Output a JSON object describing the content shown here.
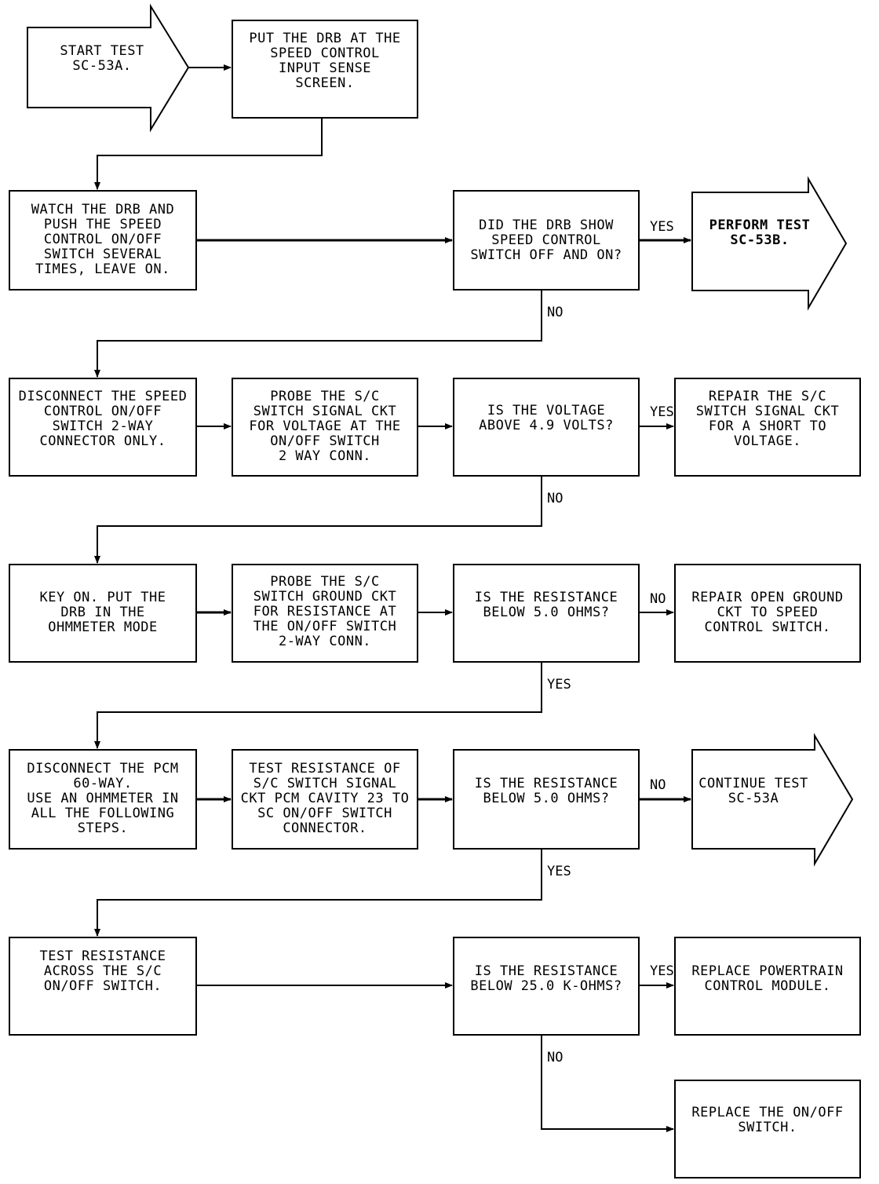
{
  "start": [
    "START TEST",
    "SC-53A."
  ],
  "steps": {
    "put_drb": [
      "PUT THE DRB AT THE",
      "SPEED CONTROL",
      "INPUT SENSE",
      "SCREEN."
    ],
    "watch_drb": [
      "WATCH THE DRB AND",
      "PUSH THE SPEED",
      "CONTROL ON/OFF",
      "SWITCH SEVERAL",
      "TIMES, LEAVE ON."
    ],
    "q_drb_show": [
      "DID THE DRB SHOW",
      "SPEED CONTROL",
      "SWITCH OFF AND ON?"
    ],
    "perform_53b": [
      "PERFORM TEST",
      "SC-53B."
    ],
    "disconnect_switch": [
      "DISCONNECT THE SPEED",
      "CONTROL ON/OFF",
      "SWITCH 2-WAY",
      "CONNECTOR ONLY."
    ],
    "probe_signal": [
      "PROBE THE S/C",
      "SWITCH SIGNAL CKT",
      "FOR VOLTAGE AT THE",
      "ON/OFF SWITCH",
      "2 WAY CONN."
    ],
    "q_voltage": [
      "IS THE VOLTAGE",
      "ABOVE 4.9 VOLTS?"
    ],
    "repair_short": [
      "REPAIR THE S/C",
      "SWITCH SIGNAL CKT",
      "FOR A SHORT TO",
      "VOLTAGE."
    ],
    "key_on": [
      "KEY ON. PUT THE",
      "DRB IN THE",
      "OHMMETER MODE"
    ],
    "probe_ground": [
      "PROBE THE S/C",
      "SWITCH GROUND CKT",
      "FOR RESISTANCE AT",
      "THE ON/OFF SWITCH",
      "2-WAY CONN."
    ],
    "q_res_5_a": [
      "IS THE RESISTANCE",
      "BELOW 5.0 OHMS?"
    ],
    "repair_ground": [
      "REPAIR OPEN GROUND",
      "CKT TO SPEED",
      "CONTROL SWITCH."
    ],
    "disconnect_pcm": [
      "DISCONNECT THE PCM",
      "60-WAY.",
      "USE AN OHMMETER IN",
      "ALL THE FOLLOWING",
      "STEPS."
    ],
    "test_cavity": [
      "TEST RESISTANCE OF",
      "S/C SWITCH SIGNAL",
      "CKT PCM CAVITY 23 TO",
      "SC ON/OFF SWITCH",
      "CONNECTOR."
    ],
    "q_res_5_b": [
      "IS THE RESISTANCE",
      "BELOW 5.0 OHMS?"
    ],
    "continue_53a": [
      "CONTINUE TEST",
      "SC-53A"
    ],
    "test_across": [
      "TEST RESISTANCE",
      "ACROSS THE S/C",
      "ON/OFF SWITCH."
    ],
    "q_res_25": [
      "IS THE RESISTANCE",
      "BELOW 25.0 K-OHMS?"
    ],
    "replace_pcm": [
      "REPLACE POWERTRAIN",
      "CONTROL MODULE."
    ],
    "replace_switch": [
      "REPLACE THE ON/OFF",
      "SWITCH."
    ]
  },
  "labels": {
    "yes": "YES",
    "no": "NO"
  }
}
